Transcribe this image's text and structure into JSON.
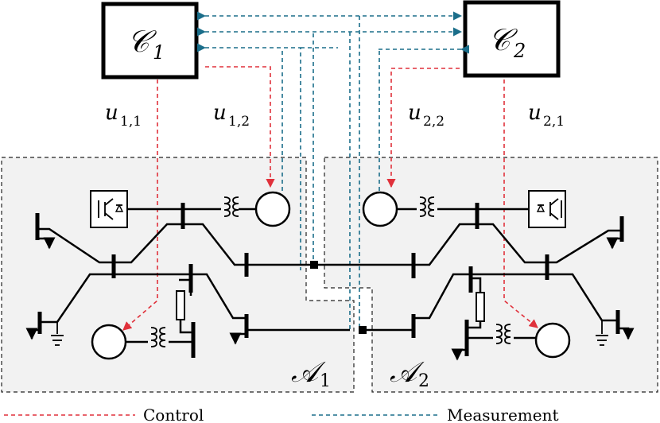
{
  "controllers": {
    "c1": {
      "symbol": "𝒞",
      "sub": "1"
    },
    "c2": {
      "symbol": "𝒞",
      "sub": "2"
    }
  },
  "signals": {
    "u11": {
      "base": "u",
      "sub": "1,1"
    },
    "u12": {
      "base": "u",
      "sub": "1,2"
    },
    "u22": {
      "base": "u",
      "sub": "2,2"
    },
    "u21": {
      "base": "u",
      "sub": "2,1"
    }
  },
  "areas": {
    "a1": {
      "symbol": "𝒜",
      "sub": "1"
    },
    "a2": {
      "symbol": "𝒜",
      "sub": "2"
    }
  },
  "legend": {
    "control_label": "Control",
    "measurement_label": "Measurement",
    "control_color": "#e0313b",
    "measurement_color": "#1b6e8a"
  }
}
